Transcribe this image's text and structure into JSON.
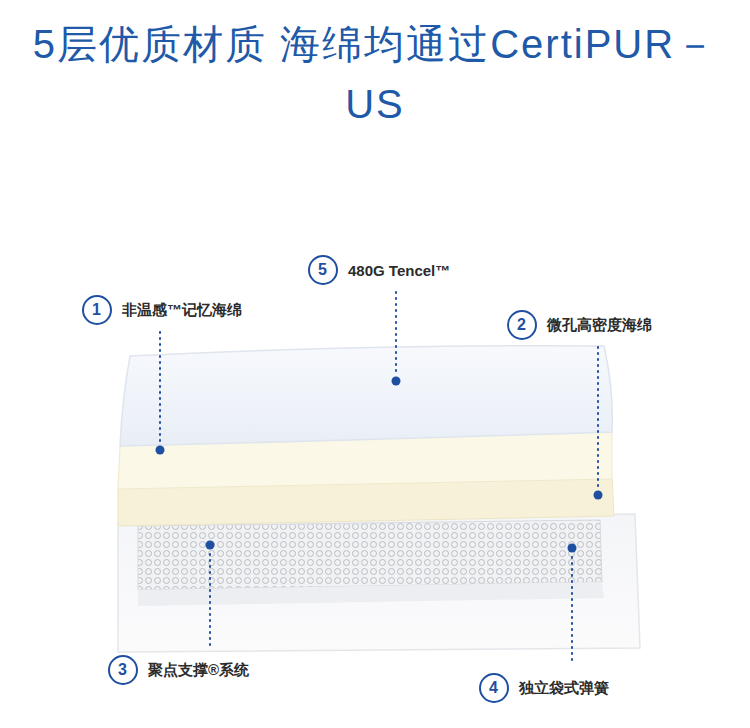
{
  "diagram": {
    "title": "5层优质材质 海绵均通过CertiPUR－US",
    "nodes": [
      {
        "text": [
          "5",
          "480G Tencel™"
        ]
      },
      {
        "text": [
          "1",
          "非温感™记忆海绵"
        ]
      },
      {
        "text": [
          "2",
          "微孔高密度海绵"
        ]
      },
      {
        "text": [
          "3",
          "聚点支撑®系统"
        ]
      },
      {
        "text": [
          "4",
          "独立袋式弹簧"
        ]
      }
    ]
  }
}
